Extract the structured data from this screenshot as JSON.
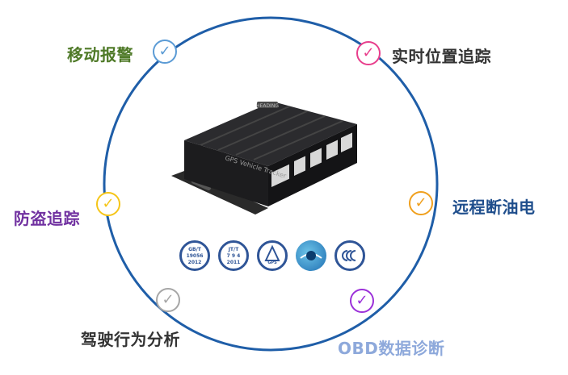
{
  "features": [
    {
      "label": "移动报警",
      "color": "#4f7a28"
    },
    {
      "label": "实时位置追踪",
      "color": "#333333"
    },
    {
      "label": "远程断油电",
      "color": "#1f4e8c"
    },
    {
      "label": "OBD数据诊断",
      "color": "#8ea9db"
    },
    {
      "label": "驾驶行为分析",
      "color": "#333333"
    },
    {
      "label": "防盗追踪",
      "color": "#7030a0"
    }
  ],
  "check_colors": {
    "blue": "#5b9bd5",
    "pink": "#e83e8c",
    "orange": "#f0a01e",
    "purple": "#9b30d9",
    "gray": "#a6a6a6",
    "yellow": "#f5c518"
  },
  "device": {
    "label": "GPS Vehicle Tracker",
    "logo": "HEADING"
  },
  "certifications": [
    {
      "line1": "GB/T",
      "line2": "19056",
      "line3": "2012"
    },
    {
      "line1": "JT/T",
      "line2": "7 9 4",
      "line3": "2011"
    },
    {
      "line1": "GPS"
    }
  ],
  "ring_color": "#1f5ea8"
}
